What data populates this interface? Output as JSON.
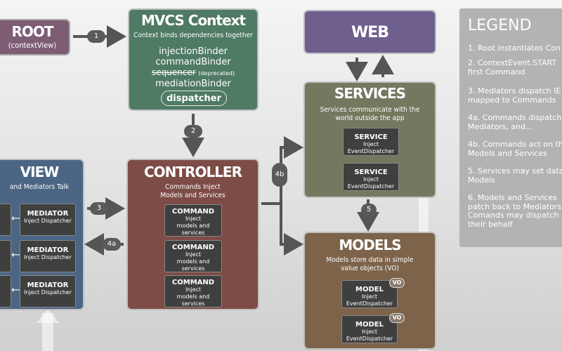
{
  "root": {
    "title": "ROOT",
    "sub": "(contextView)"
  },
  "mvcs": {
    "title": "MVCS Context",
    "sub": "Context binds dependencies together",
    "binders": [
      "injectionBinder",
      "commandBinder"
    ],
    "sequencer": "sequencer",
    "deprecated": "(deprecated)",
    "mediation": "mediationBinder",
    "dispatcher": "dispatcher"
  },
  "web": {
    "title": "WEB"
  },
  "legend": {
    "title": "LEGEND",
    "items": [
      "1. Root instantiates Con",
      "2. ContextEvent.START first Command",
      "3. Mediators dispatch IE mapped to Commands",
      "4a. Commands dispatch Mediators, and...",
      "4b. Commands act on th Models and Services",
      "5. Services may set data Models",
      "6. Models and Services patch back to Mediators Comands may dispatch their behalf"
    ]
  },
  "services": {
    "title": "SERVICES",
    "sub": "Services communicate with the world outside the app",
    "items": [
      {
        "name": "SERVICE",
        "desc": "Inject EventDispatcher"
      },
      {
        "name": "SERVICE",
        "desc": "Inject EventDispatcher"
      }
    ]
  },
  "controller": {
    "title": "CONTROLLER",
    "sub": "Commands Inject Models and Services",
    "items": [
      {
        "name": "COMMAND",
        "desc": "Inject models and services"
      },
      {
        "name": "COMMAND",
        "desc": "Inject models and services"
      },
      {
        "name": "COMMAND",
        "desc": "Inject models and services"
      }
    ]
  },
  "view": {
    "title": "VIEW",
    "sub": "and Mediators Talk",
    "items": [
      {
        "name": "MEDIATOR",
        "desc": "Inject Dispatcher"
      },
      {
        "name": "MEDIATOR",
        "desc": "Inject Dispatcher"
      },
      {
        "name": "MEDIATOR",
        "desc": "Inject Dispatcher"
      }
    ]
  },
  "models": {
    "title": "MODELS",
    "sub": "Models store data in simple value objects (VO)",
    "items": [
      {
        "name": "MODEL",
        "desc": "Inject EventDispatcher",
        "vo": "VO"
      },
      {
        "name": "MODEL",
        "desc": "Inject EventDispatcher",
        "vo": "VO"
      }
    ]
  },
  "badges": {
    "b1": "1",
    "b2": "2",
    "b3": "3",
    "b4a": "4a",
    "b4b": "4b",
    "b5": "5"
  }
}
